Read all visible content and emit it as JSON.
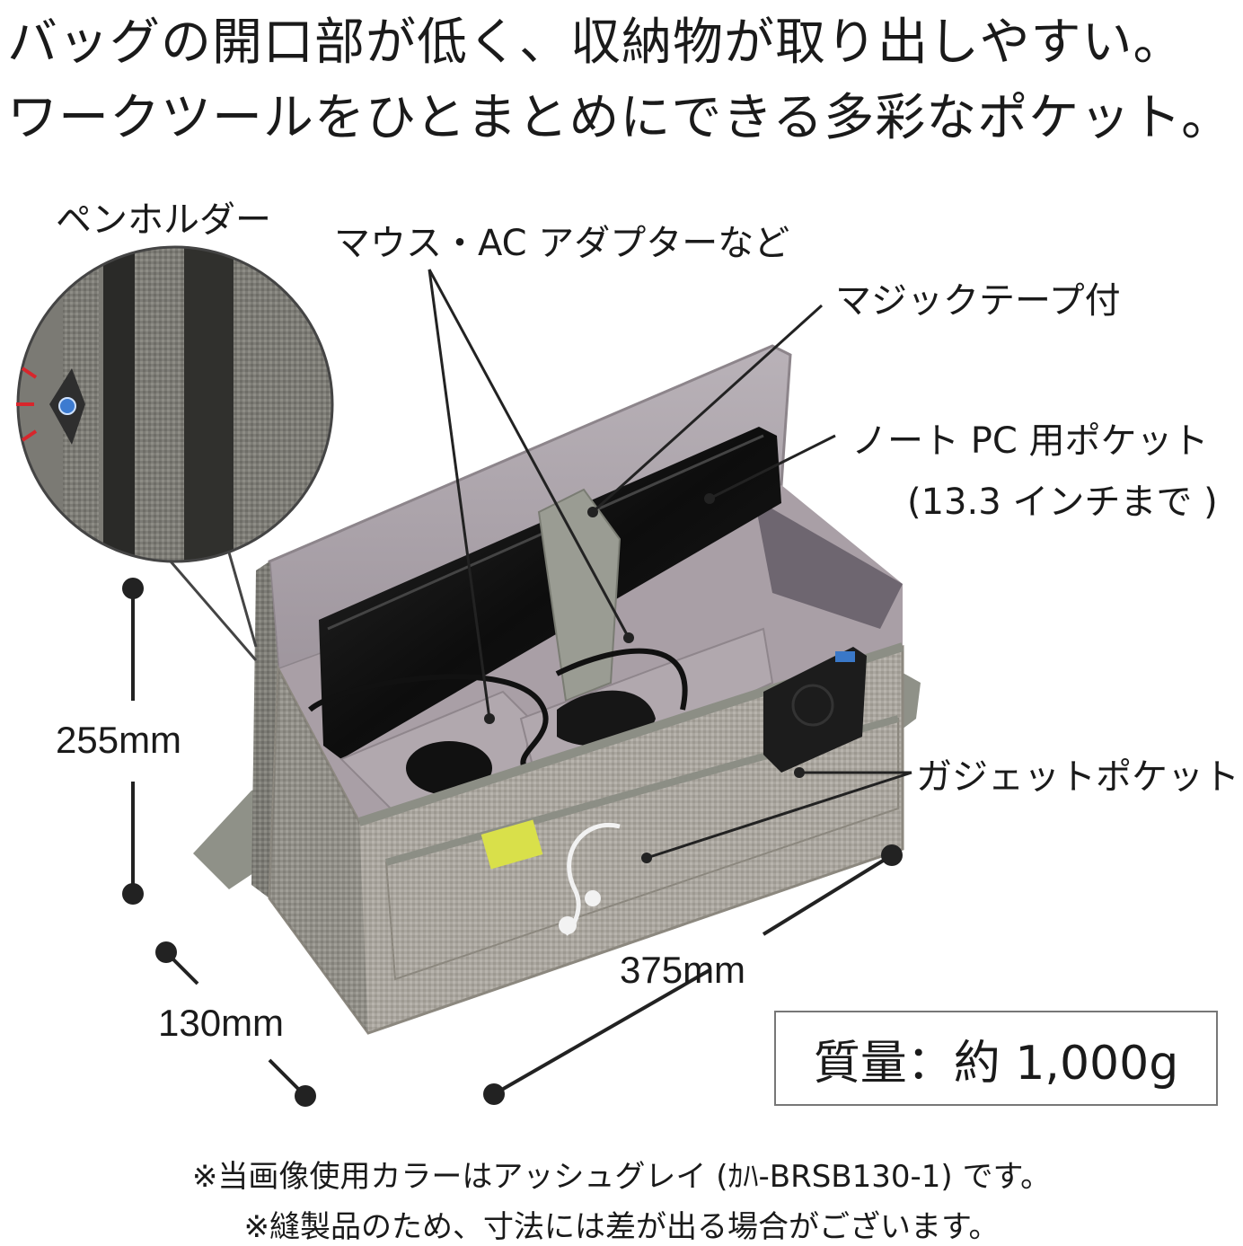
{
  "headline": {
    "line1": "バッグの開口部が低く、収納物が取り出しやすい。",
    "line2": "ワークツールをひとまとめにできる多彩なポケット。"
  },
  "callouts": {
    "pen_holder": "ペンホルダー",
    "mouse_ac": "マウス・AC アダプターなど",
    "velcro": "マジックテープ付",
    "laptop_line1": "ノート PC 用ポケット",
    "laptop_line2": "(13.3 インチまで )",
    "gadget": "ガジェットポケット"
  },
  "dimensions": {
    "height": "255mm",
    "depth": "130mm",
    "width": "375mm"
  },
  "weight": "質量：約 1,000g",
  "notes": {
    "line1": "※当画像使用カラーはアッシュグレイ (ｶﾊ-BRSB130-1) です。",
    "line2": "※縫製品のため、寸法には差が出る場合がございます。"
  },
  "colors": {
    "fabric": "#a8a49c",
    "lining": "#a99fa6",
    "laptop": "#111111",
    "strap": "#8f9188",
    "accent": "#d9e04a"
  }
}
